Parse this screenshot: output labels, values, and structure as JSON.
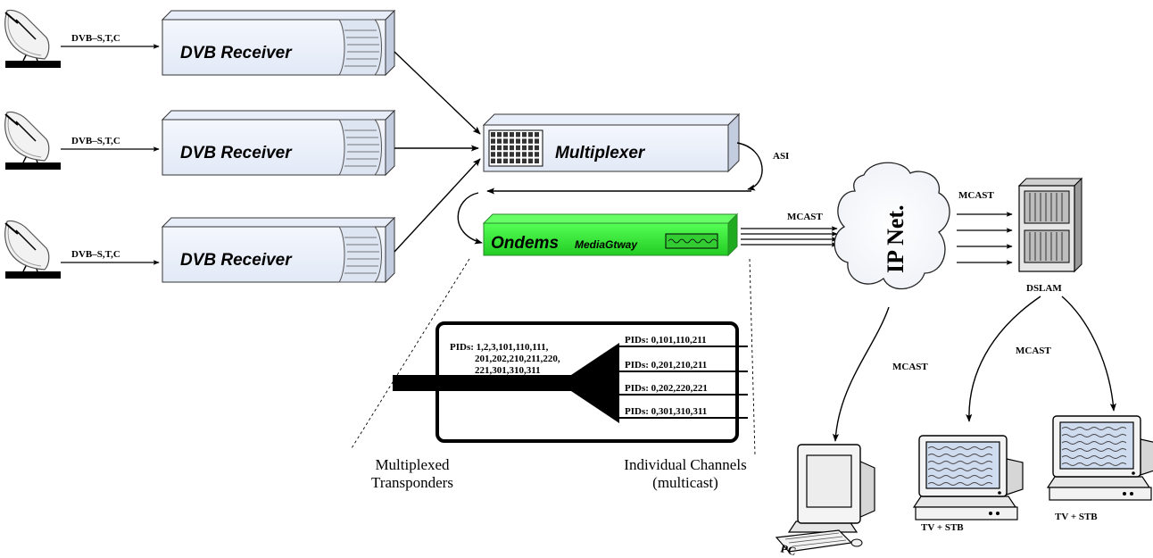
{
  "signal_label": "DVB–S,T,C",
  "receivers": [
    {
      "label": "DVB Receiver",
      "input": "DVB–S,T,C"
    },
    {
      "label": "DVB Receiver",
      "input": "DVB–S,T,C"
    },
    {
      "label": "DVB Receiver",
      "input": "DVB–S,T,C"
    }
  ],
  "multiplexer": {
    "label": "Multiplexer"
  },
  "asi_label": "ASI",
  "gateway": {
    "brand": "Ondems",
    "model": "MediaGtway",
    "color": "#33ee33"
  },
  "ip_net_label": "IP Net.",
  "dslam_label": "DSLAM",
  "mcast_label": "MCAST",
  "inset": {
    "input_pids": [
      "PIDs: 1,2,3,101,110,111,",
      "201,202,210,211,220,",
      "221,301,310,311"
    ],
    "output_pids": [
      "PIDs: 0,101,110,211",
      "PIDs: 0,201,210,211",
      "PIDs: 0,202,220,221",
      "PIDs: 0,301,310,311"
    ]
  },
  "captions": {
    "left": [
      "Multiplexed",
      "Transponders"
    ],
    "right": [
      "Individual Channels",
      "(multicast)"
    ]
  },
  "clients": [
    {
      "label": "PC"
    },
    {
      "label": "TV + STB"
    },
    {
      "label": "TV + STB"
    }
  ]
}
